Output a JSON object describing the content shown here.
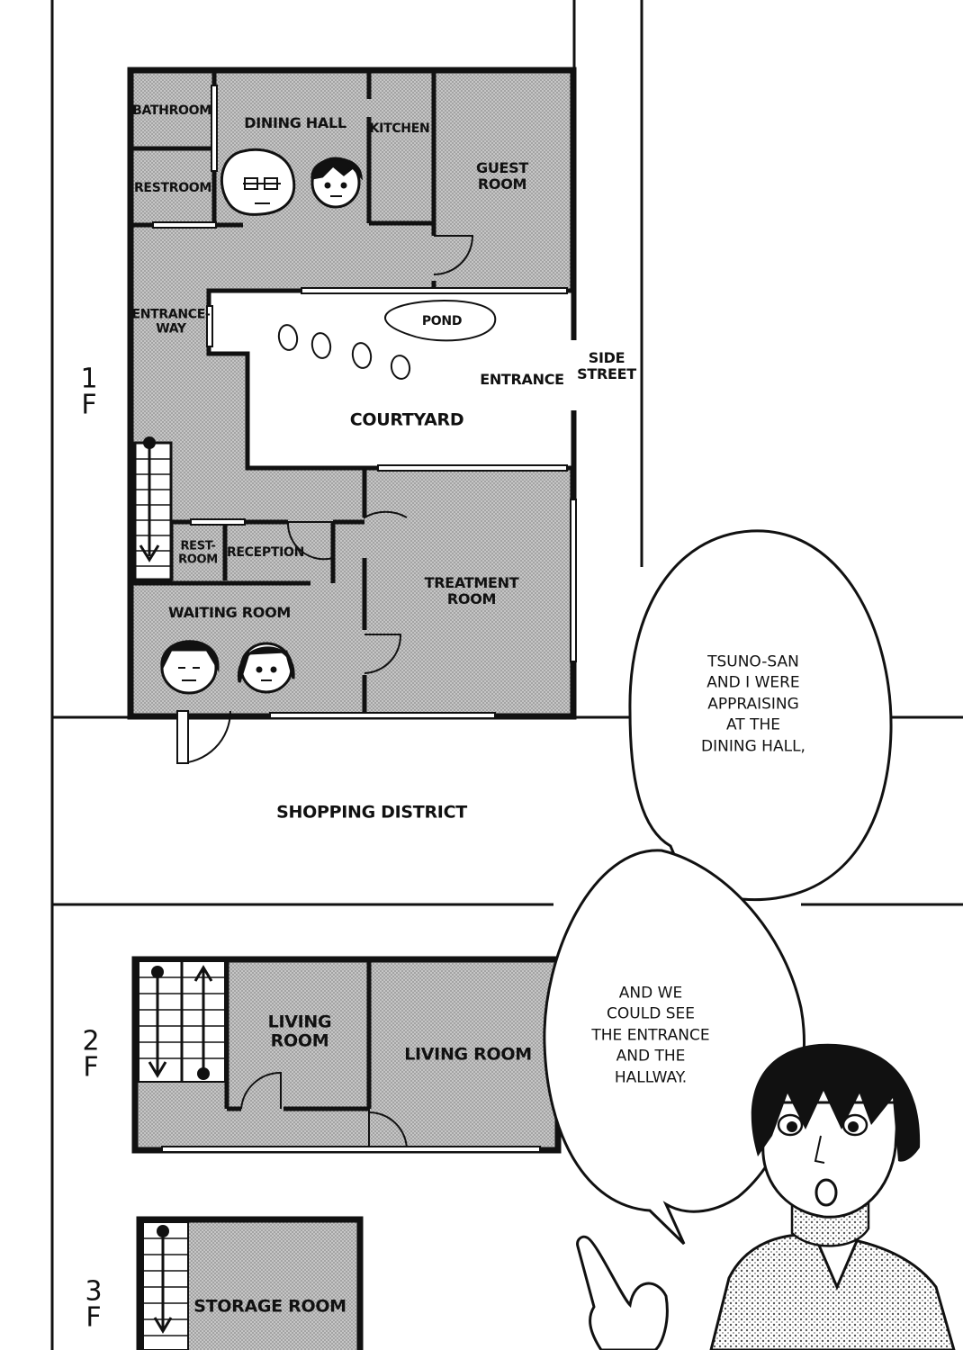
{
  "floors": {
    "first": "1\nF",
    "second": "2\nF",
    "third": "3\nF"
  },
  "rooms_1f": {
    "bathroom": "BATHROOM",
    "dining_hall": "DINING HALL",
    "kitchen": "KITCHEN",
    "guest_room": "GUEST\nROOM",
    "restroom": "RESTROOM",
    "entranceway": "ENTRANCE-\nWAY",
    "pond": "POND",
    "entrance": "ENTRANCE",
    "courtyard": "COURTYARD",
    "small_restroom": "REST-\nROOM",
    "reception": "RECEPTION",
    "treatment_room": "TREATMENT\nROOM",
    "waiting_room": "WAITING ROOM"
  },
  "streets": {
    "side_street": "SIDE\nSTREET",
    "shopping_district": "SHOPPING DISTRICT"
  },
  "rooms_2f": {
    "living_room_small": "LIVING\nROOM",
    "living_room_large": "LIVING ROOM"
  },
  "rooms_3f": {
    "storage_room": "STORAGE ROOM"
  },
  "dialogue": {
    "bubble_1": "TSUNO-SAN\nAND I WERE\nAPPRAISING\nAT THE\nDINING HALL,",
    "bubble_2": "AND WE\nCOULD SEE\nTHE ENTRANCE\nAND THE\nHALLWAY."
  },
  "colors": {
    "ink": "#111111",
    "floor_fill": "#b9b9b9",
    "paper": "#ffffff"
  }
}
